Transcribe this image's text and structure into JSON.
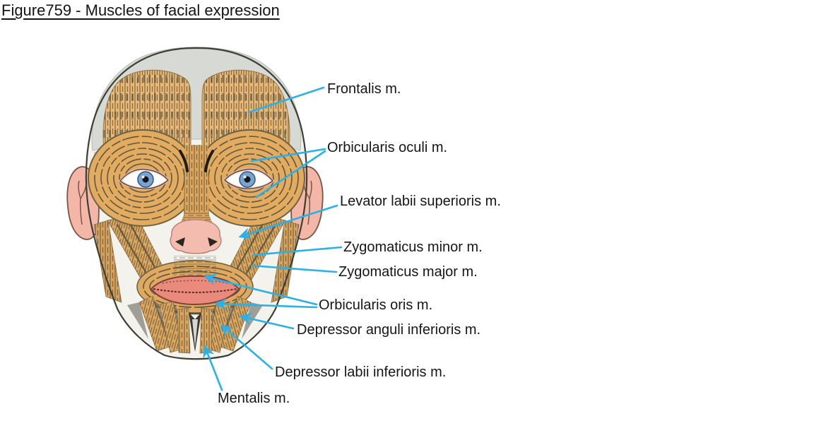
{
  "title": "Figure759 - Muscles of facial expression",
  "figure": {
    "description": "Anterior view of a human face with facial-expression muscles drawn and labeled",
    "labels": [
      {
        "id": "frontalis",
        "text": "Frontalis m."
      },
      {
        "id": "orbicularis-oculi",
        "text": "Orbicularis oculi m."
      },
      {
        "id": "levator-labii-superioris",
        "text": "Levator labii superioris m."
      },
      {
        "id": "zygomaticus-minor",
        "text": "Zygomaticus minor m."
      },
      {
        "id": "zygomaticus-major",
        "text": "Zygomaticus major m."
      },
      {
        "id": "orbicularis-oris",
        "text": "Orbicularis oris m."
      },
      {
        "id": "depressor-anguli-inferioris",
        "text": "Depressor anguli inferioris m."
      },
      {
        "id": "depressor-labii-inferioris",
        "text": "Depressor labii inferioris m."
      },
      {
        "id": "mentalis",
        "text": "Mentalis m."
      }
    ],
    "colors": {
      "leader_line": "#29b1ea",
      "muscle_tan": "#e5ae65",
      "striation_dark": "#55503a",
      "scalp_gray": "#d7d9d4",
      "skin_pink": "#f4b6a7",
      "lips_salmon": "#e98a7c",
      "iris_blue": "#7aa3cf",
      "outline_ink": "#3c4034",
      "text": "#161616"
    }
  }
}
